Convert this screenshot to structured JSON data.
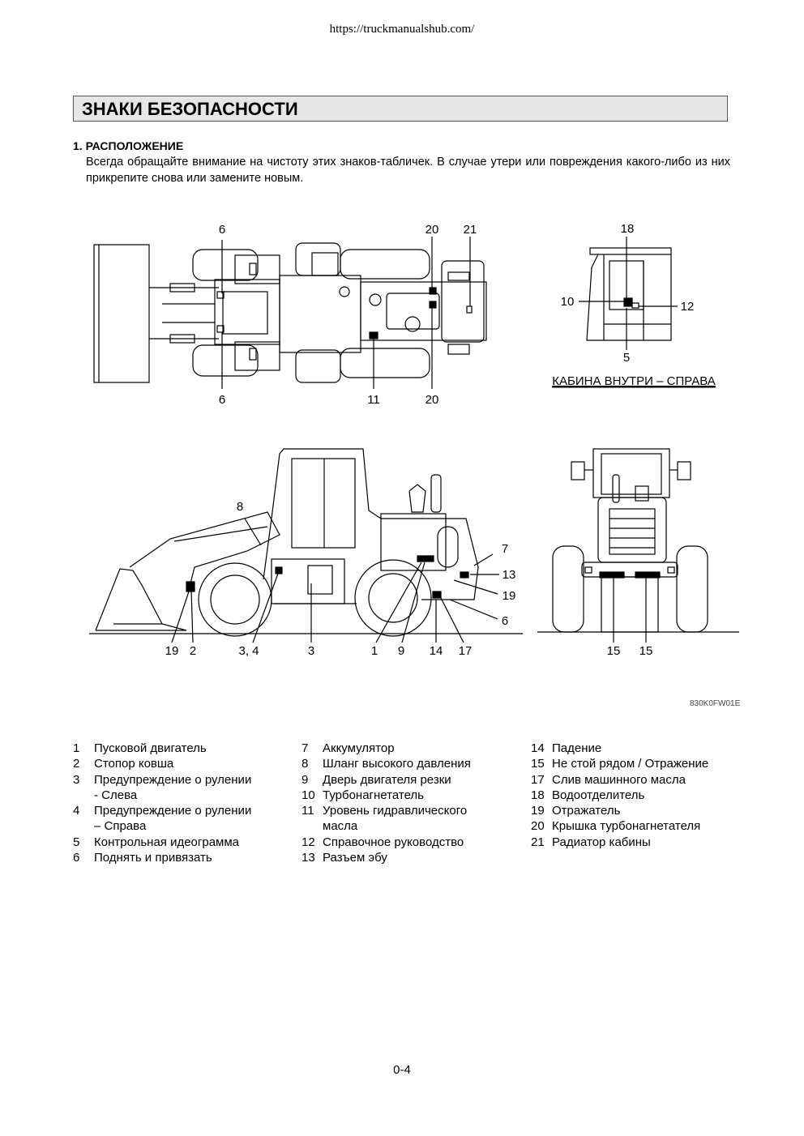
{
  "header": {
    "url": "https://truckmanualshub.com/"
  },
  "page_title": "ЗНАКИ БЕЗОПАСНОСТИ",
  "section": {
    "title": "1. РАСПОЛОЖЕНИЕ",
    "text": "Всегда обращайте внимание на чистоту этих знаков-табличек. В случае утери или повреждения какого-либо из них прикрепите снова или замените новым."
  },
  "figure": {
    "code": "830K0FW01E",
    "cab_caption": "КАБИНА ВНУТРИ – СПРАВА",
    "callouts": {
      "top_6a": "6",
      "top_20a": "20",
      "top_21": "21",
      "top_6b": "6",
      "top_11": "11",
      "top_20b": "20",
      "cab_18": "18",
      "cab_10": "10",
      "cab_12": "12",
      "cab_5": "5",
      "side_8": "8",
      "side_7": "7",
      "side_13": "13",
      "side_19r": "19",
      "side_6": "6",
      "side_19": "19",
      "side_2": "2",
      "side_34": "3, 4",
      "side_3": "3",
      "side_1": "1",
      "side_9": "9",
      "side_14": "14",
      "side_17": "17",
      "rear_15a": "15",
      "rear_15b": "15"
    }
  },
  "legend": {
    "col1": [
      {
        "num": "1",
        "text": "Пусковой двигатель"
      },
      {
        "num": "2",
        "text": "Стопор ковша"
      },
      {
        "num": "3",
        "text": "Предупреждение о рулении"
      },
      {
        "num": "",
        "text": "- Слева"
      },
      {
        "num": "4",
        "text": "Предупреждение о рулении"
      },
      {
        "num": "",
        "text": "– Справа"
      },
      {
        "num": "5",
        "text": "Контрольная идеограмма"
      },
      {
        "num": "6",
        "text": "Поднять и привязать"
      }
    ],
    "col2": [
      {
        "num": "7",
        "text": "Аккумулятор"
      },
      {
        "num": "8",
        "text": "Шланг высокого давления"
      },
      {
        "num": "9",
        "text": "Дверь двигателя резки"
      },
      {
        "num": "10",
        "text": "Турбонагнетатель"
      },
      {
        "num": "11",
        "text": "Уровень гидравлического"
      },
      {
        "num": "",
        "text": "масла"
      },
      {
        "num": "12",
        "text": "Справочное руководство"
      },
      {
        "num": "13",
        "text": "Разъем эбу"
      }
    ],
    "col3": [
      {
        "num": "14",
        "text": "Падение"
      },
      {
        "num": "15",
        "text": "Не стой рядом / Отражение"
      },
      {
        "num": "17",
        "text": "Слив машинного масла"
      },
      {
        "num": "18",
        "text": "Водоотделитель"
      },
      {
        "num": "19",
        "text": "Отражатель"
      },
      {
        "num": "20",
        "text": "Крышка турбонагнетателя"
      },
      {
        "num": "21",
        "text": "Радиатор кабины"
      }
    ]
  },
  "page_number": "0-4"
}
